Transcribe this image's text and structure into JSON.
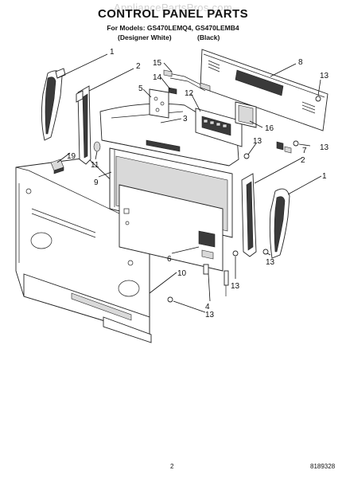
{
  "watermark": "AppliancePartsPros.com",
  "title": "CONTROL PANEL PARTS",
  "models_line": "For Models: GS470LEMQ4, GS470LEMB4",
  "variants": [
    "(Designer White)",
    "(Black)"
  ],
  "page_number": "2",
  "doc_number": "8189328",
  "callouts": {
    "c1a": "1",
    "c2a": "2",
    "c3": "3",
    "c4": "4",
    "c5": "5",
    "c6": "6",
    "c7": "7",
    "c8": "8",
    "c9": "9",
    "c10": "10",
    "c11": "11",
    "c12": "12",
    "c13a": "13",
    "c13b": "13",
    "c13c": "13",
    "c13d": "13",
    "c13e": "13",
    "c13f": "13",
    "c14": "14",
    "c15": "15",
    "c16": "16",
    "c19": "19",
    "c2b": "2",
    "c1b": "1"
  }
}
